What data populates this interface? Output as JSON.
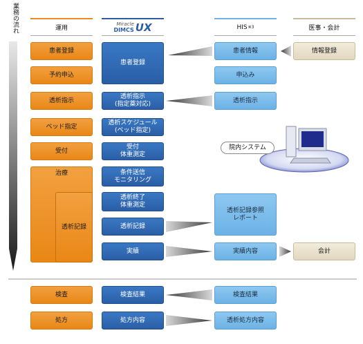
{
  "flow_label": "業務の流れ",
  "headers": {
    "unyo": "運用",
    "miracle_top": "Miracle",
    "miracle_bottom": "DIMCS",
    "miracle_ux": "UX",
    "his": "HIS",
    "his_note": "※3",
    "iji": "医事・会計"
  },
  "unyo": [
    "患者登録",
    "予約申込",
    "透析指示",
    "ベッド指定",
    "受付",
    "治療",
    "透析記録",
    "検査",
    "処方"
  ],
  "dimcs": [
    "患者登録",
    "透析指示\n(指定薬対応)",
    "透析スケジュール\n(ベッド指定)",
    "受付\n体重測定",
    "条件送信\nモニタリング",
    "透析終了\n体重測定",
    "透析記録",
    "実績",
    "検査結果",
    "処方内容"
  ],
  "his": [
    "患者情報",
    "申込み",
    "透析指示",
    "透析記録参照\nレポート",
    "実績内容",
    "検査結果",
    "透析処方内容"
  ],
  "iji": [
    "情報登録",
    "会計"
  ],
  "in_hospital_system": "院内システム",
  "colors": {
    "orange": "#e98716",
    "blue": "#2a5ea6",
    "light_blue": "#6cb2e6",
    "beige": "#e2d7bf",
    "header_orange": "#f08a1c",
    "header_blue": "#2a5ea6",
    "header_light_blue": "#6cb2e6",
    "header_beige": "#c9bb9a"
  }
}
